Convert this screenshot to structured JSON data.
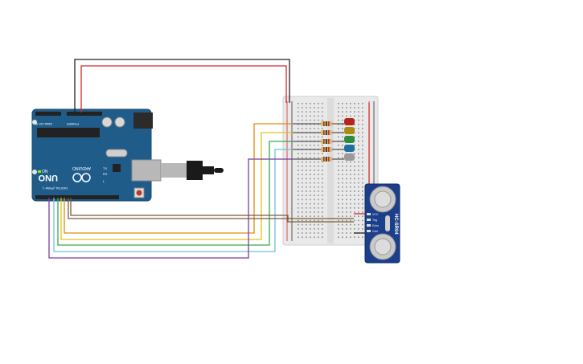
{
  "arduino": {
    "model": "UNO",
    "brand": "ARDUINO",
    "power_header": "POWER",
    "analog_header": "ANALOG IN",
    "digital_header": "DIGITAL (PWM~)",
    "on_label": "ON",
    "tx_label": "TX",
    "rx_label": "RX",
    "l_label": "L",
    "board_color": "#1f5c8a"
  },
  "sensor": {
    "name": "HC-SR04",
    "pin_labels": [
      "VCC",
      "Trig",
      "Echo",
      "Gnd"
    ],
    "board_color": "#1b3f8a"
  },
  "leds": [
    {
      "color": "#b3261e"
    },
    {
      "color": "#a88d12"
    },
    {
      "color": "#2e8b3a"
    },
    {
      "color": "#1f6fa0"
    },
    {
      "color": "#9a9a9a"
    }
  ],
  "wire_colors": {
    "power": "#d62828",
    "ground": "#222222",
    "orange": "#e08a10",
    "yellow": "#e3c21a",
    "green": "#3aa84a",
    "cyan": "#6cc3d8",
    "purple": "#7a3fa0",
    "brown": "#7a5a3a"
  }
}
